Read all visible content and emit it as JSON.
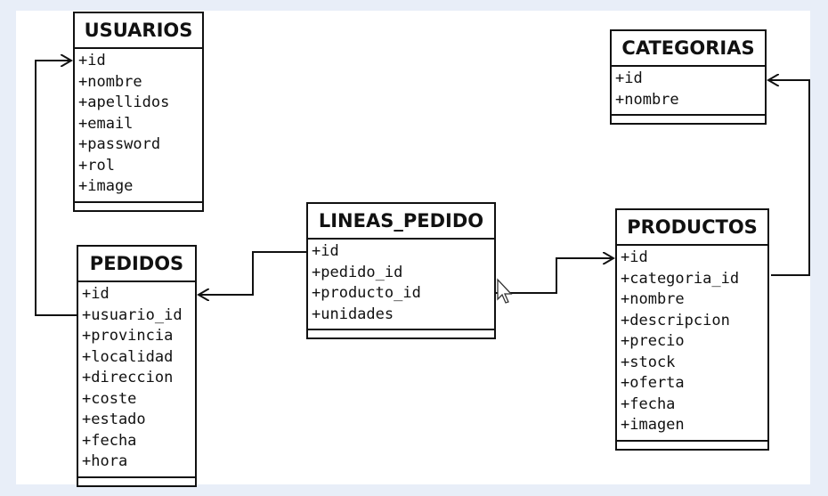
{
  "entities": {
    "usuarios": {
      "title": "USUARIOS",
      "attributes": [
        "+id",
        "+nombre",
        "+apellidos",
        "+email",
        "+password",
        "+rol",
        "+image"
      ]
    },
    "categorias": {
      "title": "CATEGORIAS",
      "attributes": [
        "+id",
        "+nombre"
      ]
    },
    "lineas_pedido": {
      "title": "LINEAS_PEDIDO",
      "attributes": [
        "+id",
        "+pedido_id",
        "+producto_id",
        "+unidades"
      ]
    },
    "pedidos": {
      "title": "PEDIDOS",
      "attributes": [
        "+id",
        "+usuario_id",
        "+provincia",
        "+localidad",
        "+direccion",
        "+coste",
        "+estado",
        "+fecha",
        "+hora"
      ]
    },
    "productos": {
      "title": "PRODUCTOS",
      "attributes": [
        "+id",
        "+categoria_id",
        "+nombre",
        "+descripcion",
        "+precio",
        "+stock",
        "+oferta",
        "+fecha",
        "+imagen"
      ]
    }
  },
  "relationships": [
    {
      "from": "pedidos.usuario_id",
      "to": "usuarios.id"
    },
    {
      "from": "lineas_pedido.id",
      "to": "pedidos"
    },
    {
      "from": "lineas_pedido.producto_id",
      "to": "productos.id"
    },
    {
      "from": "productos.categoria_id",
      "to": "categorias.id"
    }
  ],
  "colors": {
    "line": "#111111",
    "background": "#ffffff",
    "frame": "#e8eef8"
  },
  "cursor_icon": "mouse-pointer-icon"
}
